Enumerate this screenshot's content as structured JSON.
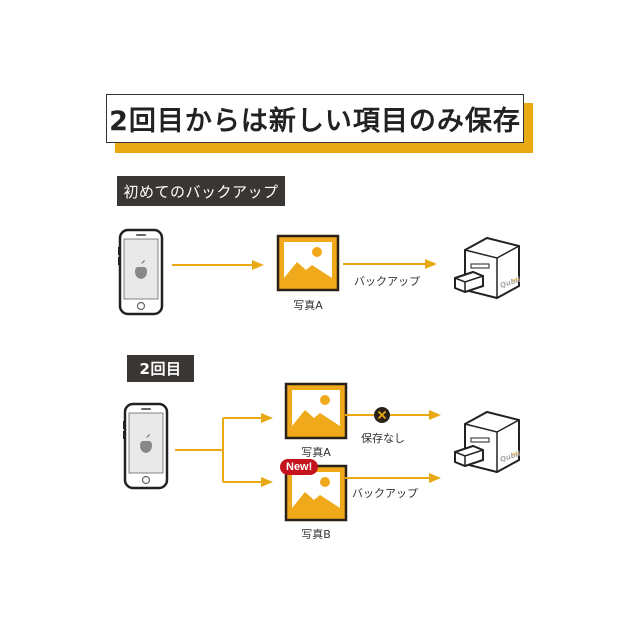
{
  "title": "2回目からは新しい項目のみ保存",
  "colors": {
    "accent": "#e8a912",
    "arrow": "#e8a912",
    "label_bg": "#3a3634",
    "new_badge": "#c4121f"
  },
  "section1": {
    "label": "初めてのバックアップ",
    "source": {
      "icon": "iphone-icon"
    },
    "photo": {
      "caption": "写真A",
      "icon": "photo-icon"
    },
    "arrow_label": "バックアップ",
    "target": {
      "icon": "qubii-device-icon",
      "brand": "Qubii Pro"
    }
  },
  "section2": {
    "label": "2回目",
    "source": {
      "icon": "iphone-icon"
    },
    "photo_a": {
      "caption": "写真A",
      "icon": "photo-icon",
      "status_label": "保存なし",
      "status_icon": "x-circle-icon"
    },
    "photo_b": {
      "caption": "写真B",
      "icon": "photo-icon",
      "badge": "New!",
      "arrow_label": "バックアップ"
    },
    "target": {
      "icon": "qubii-device-icon",
      "brand": "Qubii Pro"
    }
  }
}
